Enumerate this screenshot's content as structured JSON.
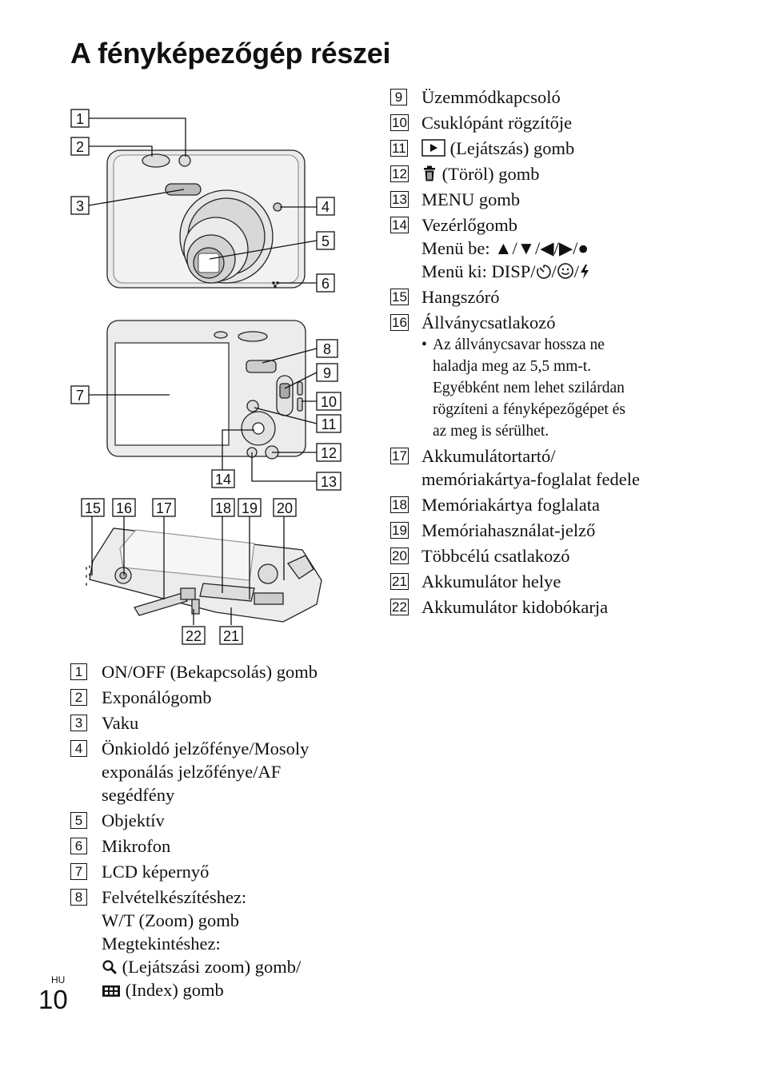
{
  "title": "A fényképezőgép részei",
  "callout_numbers": [
    "1",
    "2",
    "3",
    "4",
    "5",
    "6",
    "7",
    "8",
    "9",
    "10",
    "11",
    "12",
    "13",
    "14",
    "15",
    "16",
    "17",
    "18",
    "19",
    "20",
    "21",
    "22"
  ],
  "parts": [
    {
      "num": "1",
      "lines": [
        "ON/OFF (Bekapcsolás) gomb"
      ]
    },
    {
      "num": "2",
      "lines": [
        "Exponálógomb"
      ]
    },
    {
      "num": "3",
      "lines": [
        "Vaku"
      ]
    },
    {
      "num": "4",
      "lines": [
        "Önkioldó jelzőfénye/Mosoly",
        "exponálás jelzőfénye/AF",
        "segédfény"
      ]
    },
    {
      "num": "5",
      "lines": [
        "Objektív"
      ]
    },
    {
      "num": "6",
      "lines": [
        "Mikrofon"
      ]
    },
    {
      "num": "7",
      "lines": [
        "LCD képernyő"
      ]
    },
    {
      "num": "8",
      "lines": [
        "Felvételkészítéshez:",
        "W/T (Zoom) gomb",
        "Megtekintéshez:"
      ],
      "zoom_line": "(Lejátszási zoom) gomb/",
      "index_line": "(Index) gomb"
    },
    {
      "num": "9",
      "lines": [
        "Üzemmódkapcsoló"
      ]
    },
    {
      "num": "10",
      "lines": [
        "Csuklópánt rögzítője"
      ]
    },
    {
      "num": "11",
      "text": "(Lejátszás) gomb"
    },
    {
      "num": "12",
      "text": "(Töröl) gomb"
    },
    {
      "num": "13",
      "lines": [
        "MENU gomb"
      ]
    },
    {
      "num": "14",
      "lines": [
        "Vezérlőgomb"
      ],
      "menu_on": "Menü be: ▲/▼/◀/▶/●",
      "menu_off": "Menü ki: DISP/"
    },
    {
      "num": "15",
      "lines": [
        "Hangszóró"
      ]
    },
    {
      "num": "16",
      "lines": [
        "Állványcsatlakozó"
      ],
      "note": [
        "Az állványcsavar hossza ne",
        "haladja meg az 5,5 mm-t.",
        "Egyébként nem lehet szilárdan",
        "rögzíteni a fényképezőgépet és",
        "az meg is sérülhet."
      ]
    },
    {
      "num": "17",
      "lines": [
        "Akkumulátortartó/",
        "memóriakártya-foglalat fedele"
      ]
    },
    {
      "num": "18",
      "lines": [
        "Memóriakártya foglalata"
      ]
    },
    {
      "num": "19",
      "lines": [
        "Memóriahasználat-jelző"
      ]
    },
    {
      "num": "20",
      "lines": [
        "Többcélú csatlakozó"
      ]
    },
    {
      "num": "21",
      "lines": [
        "Akkumulátor helye"
      ]
    },
    {
      "num": "22",
      "lines": [
        "Akkumulátor kidobókarja"
      ]
    }
  ],
  "footer": {
    "lang": "HU",
    "page": "10"
  }
}
